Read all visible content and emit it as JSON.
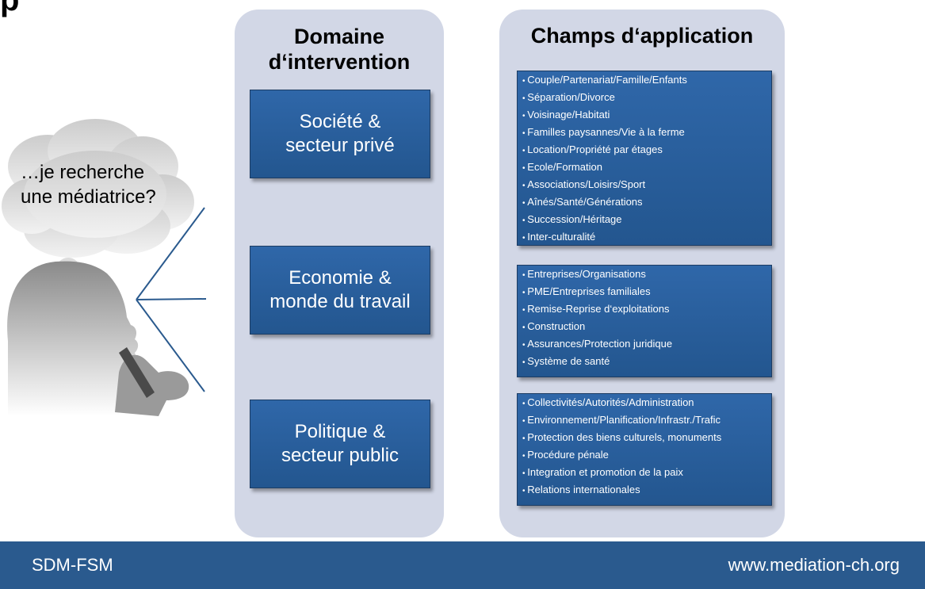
{
  "domain_heading": "Domaine d‘intervention",
  "fields_heading": "Champs d‘application",
  "thought": "…je recherche une médiatrice?",
  "domains": [
    {
      "label_line1": "Société &",
      "label_line2": "secteur privé"
    },
    {
      "label_line1": "Economie &",
      "label_line2": "monde du travail"
    },
    {
      "label_line1": "Politique &",
      "label_line2": "secteur public"
    }
  ],
  "fields": [
    [
      "Couple/Partenariat/Famille/Enfants",
      "Séparation/Divorce",
      "Voisinage/Habitati",
      "Familles paysannes/Vie à la ferme",
      "Location/Propriété par étages",
      "Ecole/Formation",
      "Associations/Loisirs/Sport",
      "Aînés/Santé/Générations",
      "Succession/Héritage",
      "Inter-culturalité"
    ],
    [
      "Entreprises/Organisations",
      "PME/Entreprises familiales",
      "Remise-Reprise d‘exploitations",
      "Construction",
      "Assurances/Protection juridique",
      "Système de santé"
    ],
    [
      "Collectivités/Autorités/Administration",
      "Environnement/Planification/Infrastr./Trafic",
      "Protection des biens culturels, monuments",
      "Procédure pénale",
      "Integration et promotion de la paix",
      "Relations internationales"
    ]
  ],
  "footer": {
    "left": "SDM-FSM",
    "right": "www.mediation-ch.org"
  },
  "colors": {
    "panel": "#d2d7e6",
    "box": "#2a5f9e",
    "footer": "#2a5a8e"
  }
}
